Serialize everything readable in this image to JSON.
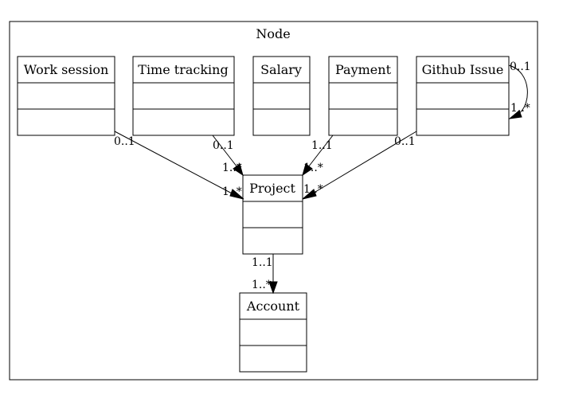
{
  "diagram": {
    "title": "Node",
    "classes": {
      "work_session": "Work session",
      "time_tracking": "Time tracking",
      "salary": "Salary",
      "payment": "Payment",
      "github_issue": "Github Issue",
      "project": "Project",
      "account": "Account"
    },
    "multiplicities": {
      "work_session_src": "0..1",
      "work_session_dst": "1..*",
      "time_tracking_src": "0..1",
      "time_tracking_dst": "1..*",
      "payment_src": "1..1",
      "payment_dst": "1..*",
      "github_issue_src": "0..1",
      "github_issue_dst": "1..*",
      "github_self_src": "0..1",
      "github_self_dst": "1..*",
      "project_src": "1..1",
      "project_dst": "1..*"
    }
  }
}
